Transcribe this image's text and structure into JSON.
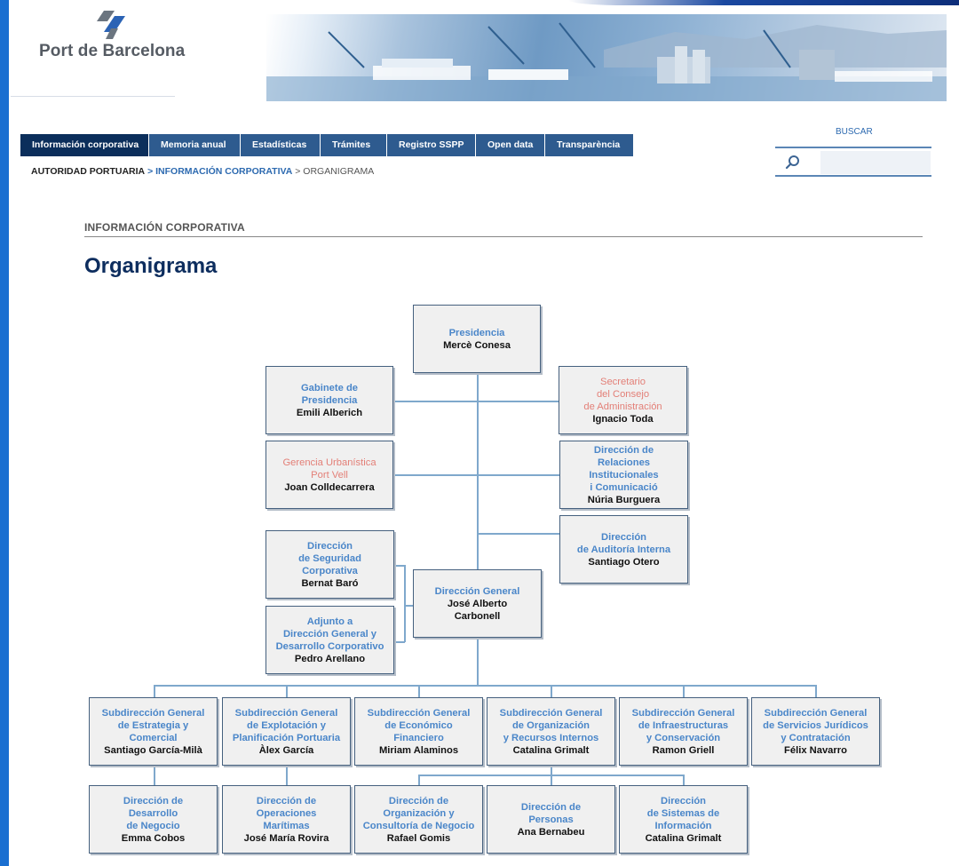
{
  "header": {
    "logo_text": "Port de Barcelona"
  },
  "nav": {
    "items": [
      {
        "label": "Información corporativa"
      },
      {
        "label": "Memoria anual"
      },
      {
        "label": "Estadísticas"
      },
      {
        "label": "Trámites"
      },
      {
        "label": "Registro SSPP"
      },
      {
        "label": "Open data"
      },
      {
        "label": "Transparència"
      }
    ]
  },
  "breadcrumb": {
    "root": "AUTORIDAD PORTUARIA",
    "section": "> INFORMACIÓN CORPORATIVA",
    "current": "> ORGANIGRAMA"
  },
  "search": {
    "label": "BUSCAR",
    "value": ""
  },
  "page": {
    "section_label": "INFORMACIÓN CORPORATIVA",
    "title": "Organigrama"
  },
  "colors": {
    "role_blue": "#4a86c9",
    "role_pink": "#e37f77",
    "nav_active": "#0b2e5b",
    "nav_default": "#2e5b8f",
    "connector": "#7fa8cc"
  },
  "org": {
    "presidencia": {
      "role": "Presidencia",
      "person": "Mercè Conesa"
    },
    "gabinete": {
      "role": "Gabinete de\nPresidencia",
      "person": "Emili Alberich"
    },
    "secretario": {
      "role": "Secretario\ndel Consejo\nde Administración",
      "person": "Ignacio Toda"
    },
    "gerencia": {
      "role": "Gerencia Urbanística\nPort Vell",
      "person": "Joan Colldecarrera"
    },
    "relaciones": {
      "role": "Dirección de\nRelaciones\nInstitucionales\ni Comunicació",
      "person": "Núria Burguera"
    },
    "auditoria": {
      "role": "Dirección\nde Auditoría Interna",
      "person": "Santiago Otero"
    },
    "seguridad": {
      "role": "Dirección\nde Seguridad\nCorporativa",
      "person": "Bernat Baró"
    },
    "adjunto": {
      "role": "Adjunto a\nDirección General y\nDesarrollo Corporativo",
      "person": "Pedro Arellano"
    },
    "direccion_general": {
      "role": "Dirección General",
      "person": "José Alberto\nCarbonell"
    },
    "sub_estrategia": {
      "role": "Subdirección General\nde Estrategia y\nComercial",
      "person": "Santiago García-Milà"
    },
    "sub_explotacion": {
      "role": "Subdirección General\nde Explotación y\nPlanificación Portuaria",
      "person": "Àlex García"
    },
    "sub_economico": {
      "role": "Subdirección General\nde Económico\nFinanciero",
      "person": "Miriam Alaminos"
    },
    "sub_organizacion": {
      "role": "Subdirección General\nde Organización\ny Recursos Internos",
      "person": "Catalina Grimalt"
    },
    "sub_infraestructuras": {
      "role": "Subdirección General\nde Infraestructuras\ny Conservación",
      "person": "Ramon Griell"
    },
    "sub_juridicos": {
      "role": "Subdirección General\nde Servicios Jurídicos\ny Contratación",
      "person": "Félix Navarro"
    },
    "dir_negocio": {
      "role": "Dirección de\nDesarrollo\nde Negocio",
      "person": "Emma Cobos"
    },
    "dir_maritimas": {
      "role": "Dirección de\nOperaciones\nMarítimas",
      "person": "José María Rovira"
    },
    "dir_org_consultoria": {
      "role": "Dirección de\nOrganización y\nConsultoría de Negocio",
      "person": "Rafael Gomis"
    },
    "dir_personas": {
      "role": "Dirección de\nPersonas",
      "person": "Ana Bernabeu"
    },
    "dir_sistemas": {
      "role": "Dirección\nde Sistemas de\nInformación",
      "person": "Catalina Grimalt"
    }
  }
}
